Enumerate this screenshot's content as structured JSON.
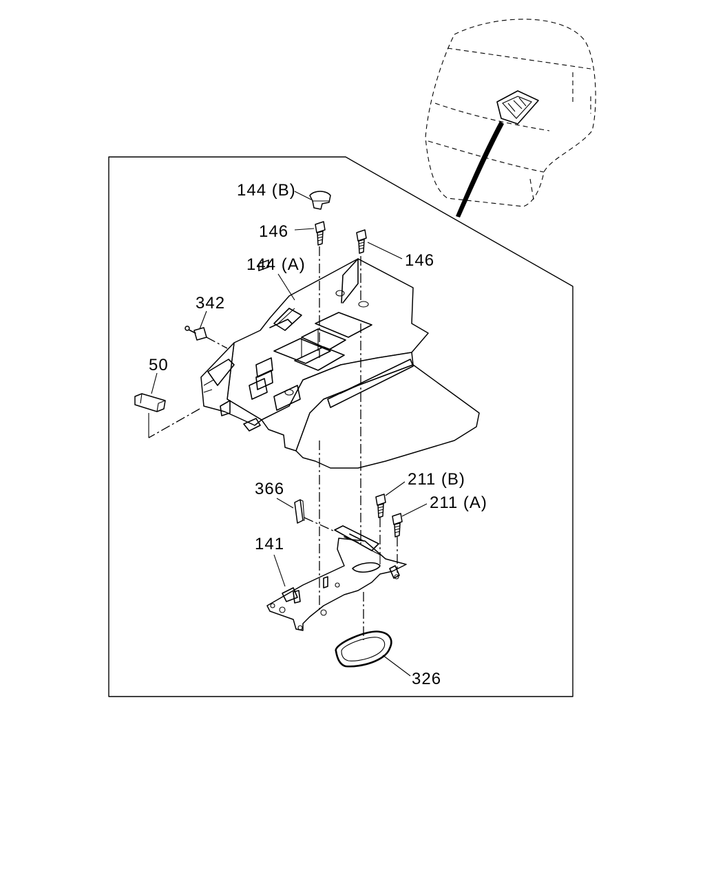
{
  "callouts": {
    "c144b": "144 (B)",
    "c146a": "146",
    "c146b": "146",
    "c144a": "144 (A)",
    "c342": "342",
    "c50": "50",
    "c366": "366",
    "c211b": "211 (B)",
    "c211a": "211 (A)",
    "c141": "141",
    "c326": "326"
  }
}
